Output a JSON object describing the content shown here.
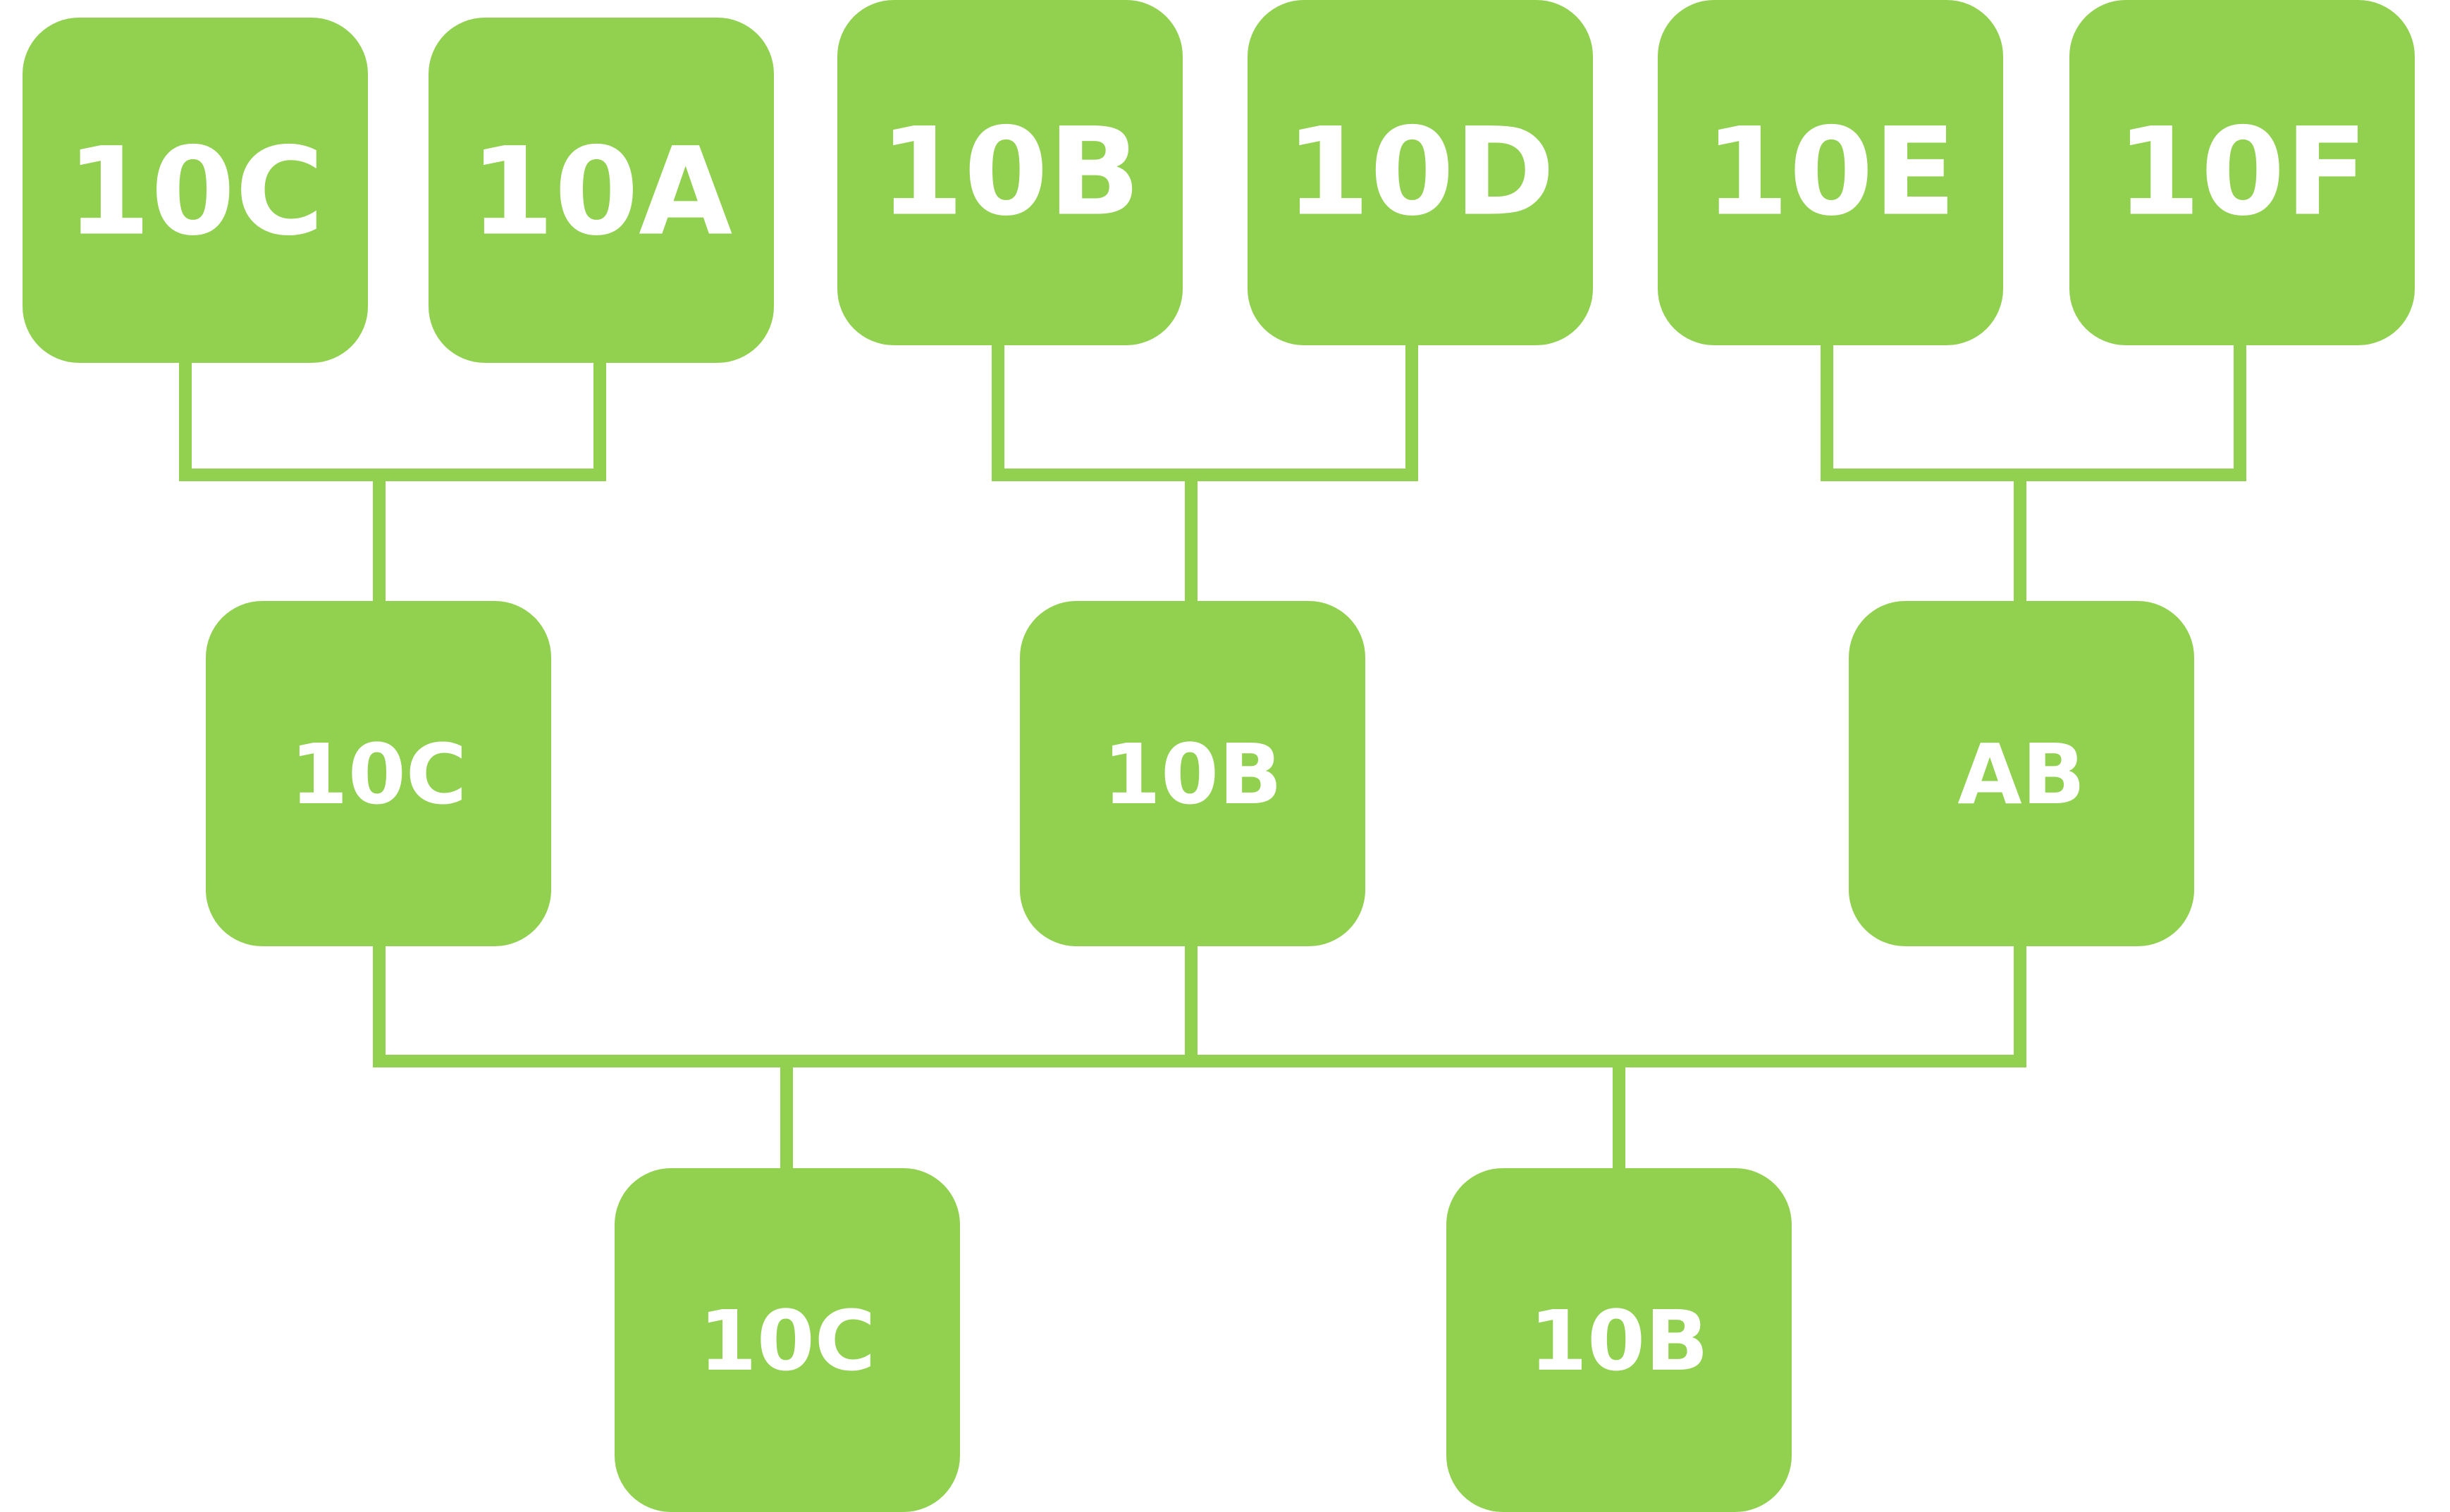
{
  "colors": {
    "node_fill": "#92d050",
    "connector": "#92d050",
    "label": "#ffffff",
    "background": "#ffffff"
  },
  "nodes": {
    "top_1": "10C",
    "top_2": "10A",
    "top_3": "10B",
    "top_4": "10D",
    "top_5": "10E",
    "top_6": "10F",
    "mid_1": "10C",
    "mid_2": "10B",
    "mid_3": "AB",
    "bottom_1": "10C",
    "bottom_2": "10B"
  }
}
